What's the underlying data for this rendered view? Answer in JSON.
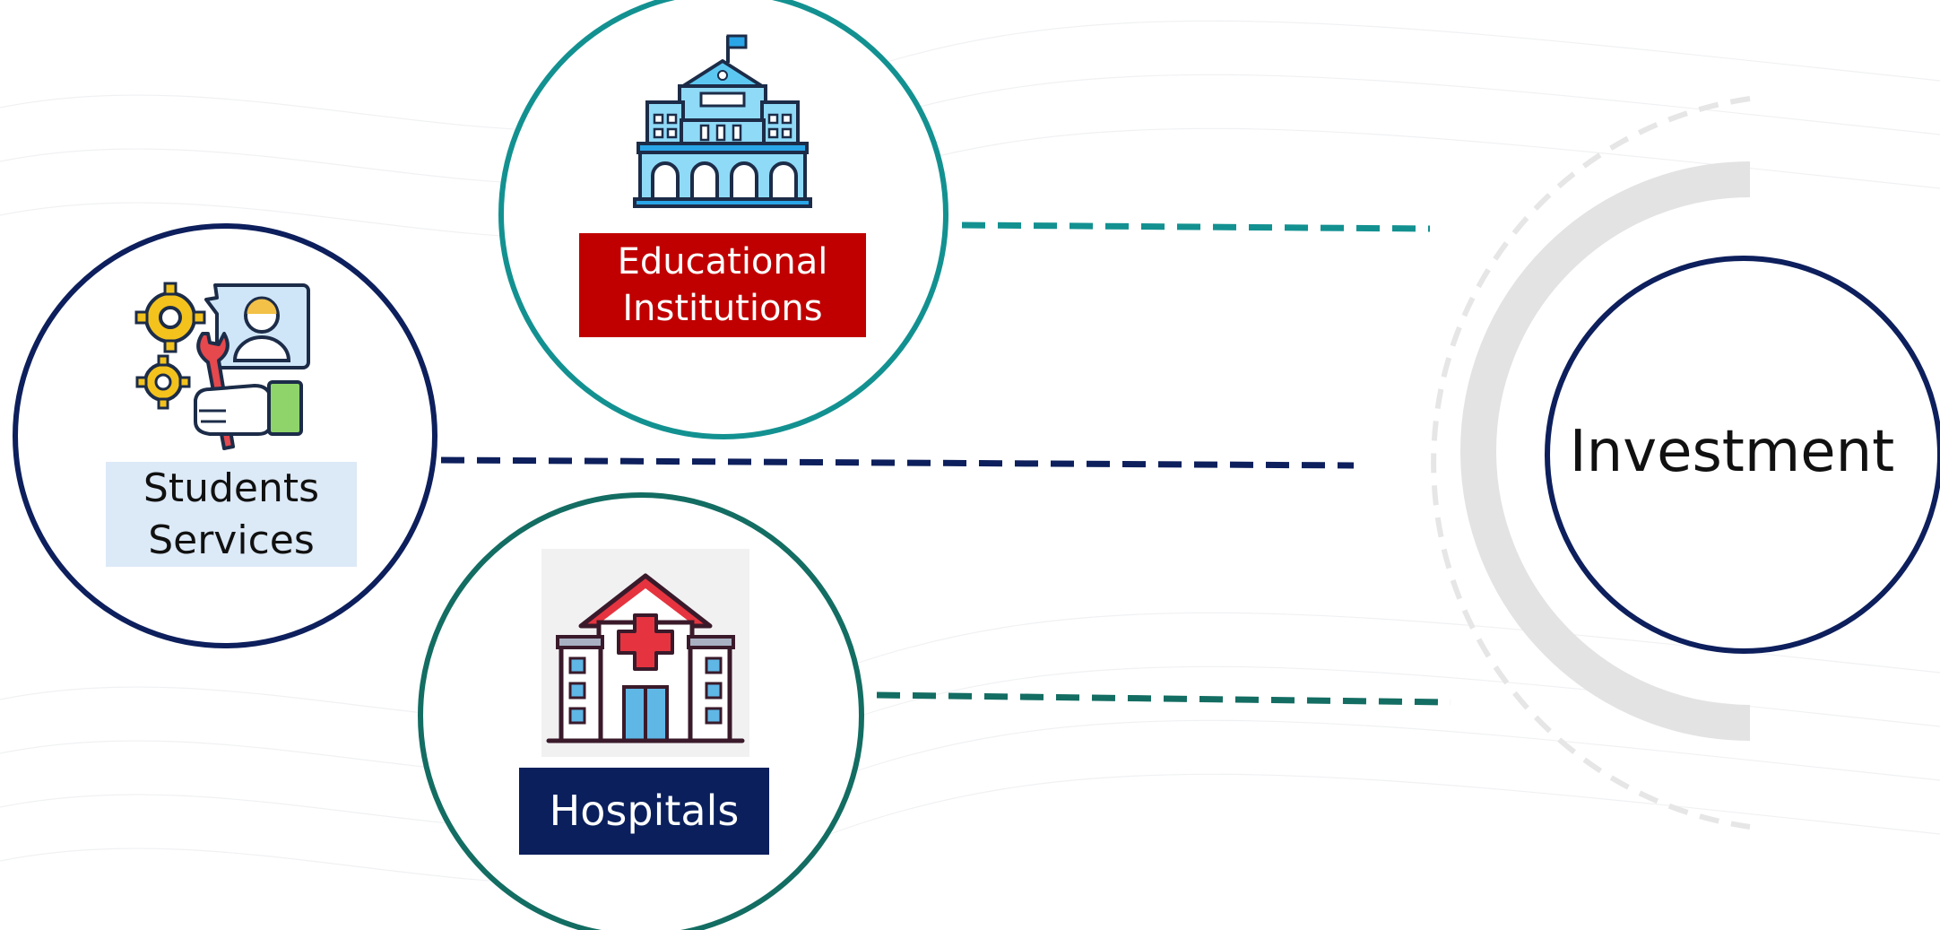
{
  "nodes": {
    "educational_institutions": {
      "label": "Educational\nInstitutions",
      "icon": "school-building-icon"
    },
    "students_services": {
      "label": "Students\nServices",
      "icon": "support-services-icon"
    },
    "hospitals": {
      "label": "Hospitals",
      "icon": "hospital-icon"
    },
    "investment": {
      "label": "Investment"
    }
  },
  "colors": {
    "teal": "#139191",
    "dark_teal": "#136d62",
    "navy": "#0d1f5c",
    "red": "#c00000",
    "light_blue": "#dce9f7",
    "arc_gray": "#e3e3e3"
  }
}
